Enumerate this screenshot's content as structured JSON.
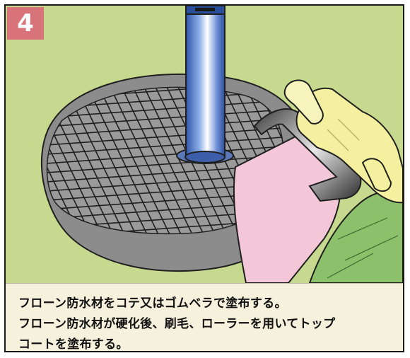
{
  "step": {
    "number": "4"
  },
  "caption": {
    "lines": [
      "フローン防水材をコテ又はゴムベラで塗布する。",
      "フローン防水材が硬化後、刷毛、ローラーを用いてトップ",
      "コートを塗布する。"
    ]
  },
  "colors": {
    "background": "#c6d98e",
    "badge": "#d9737a",
    "concrete": "#8c8c8c",
    "mesh": "#1f1f1f",
    "pipe": "#4a6fc2",
    "glove": "#f4f0a0",
    "trowel": "#f3c7d8",
    "sleeve": "#8cc06a",
    "caption_bg": "#f6f1dc"
  },
  "illustration": {
    "subject": "mesh-reinforced-waterproofing-application",
    "icons": [
      "pipe-icon",
      "mesh-icon",
      "trowel-icon",
      "gloved-hand-icon"
    ]
  }
}
